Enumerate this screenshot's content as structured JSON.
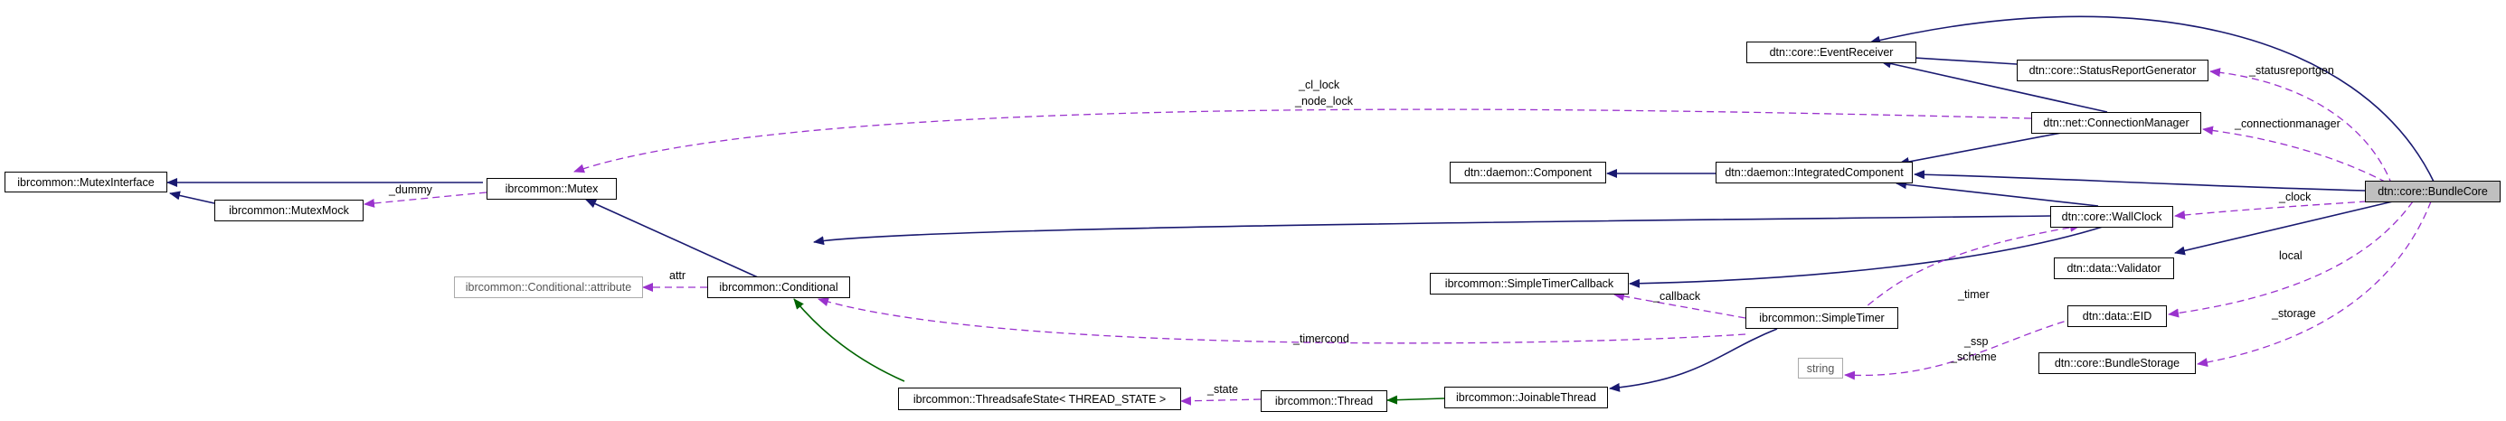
{
  "nodes": {
    "mutexinterface": "ibrcommon::MutexInterface",
    "mutexmock": "ibrcommon::MutexMock",
    "mutex": "ibrcommon::Mutex",
    "cond_attr": "ibrcommon::Conditional::attribute",
    "conditional": "ibrcommon::Conditional",
    "tsstate": "ibrcommon::ThreadsafeState< THREAD_STATE >",
    "thread": "ibrcommon::Thread",
    "joinable": "ibrcommon::JoinableThread",
    "simpletimercb": "ibrcommon::SimpleTimerCallback",
    "simpletimer": "ibrcommon::SimpleTimer",
    "component": "dtn::daemon::Component",
    "integrated": "dtn::daemon::IntegratedComponent",
    "eventreceiver": "dtn::core::EventReceiver",
    "statusreport": "dtn::core::StatusReportGenerator",
    "connmanager": "dtn::net::ConnectionManager",
    "wallclock": "dtn::core::WallClock",
    "validator": "dtn::data::Validator",
    "eid": "dtn::data::EID",
    "string": "string",
    "bundlestorage": "dtn::core::BundleStorage",
    "bundlecore": "dtn::core::BundleCore"
  },
  "edge_labels": {
    "cl_lock": "_cl_lock",
    "node_lock": "_node_lock",
    "dummy": "_dummy",
    "attr": "attr",
    "timercond": "_timercond",
    "callback": "_callback",
    "state": "_state",
    "timer": "_timer",
    "ssp": "_ssp",
    "scheme": "_scheme",
    "statusreportgen": "_statusreportgen",
    "connectionmanager": "_connectionmanager",
    "clock": "_clock",
    "local": "local",
    "storage": "_storage"
  },
  "colors": {
    "inheritance": "#191970",
    "protected_inheritance": "#006400",
    "usage": "#9a32cd"
  }
}
